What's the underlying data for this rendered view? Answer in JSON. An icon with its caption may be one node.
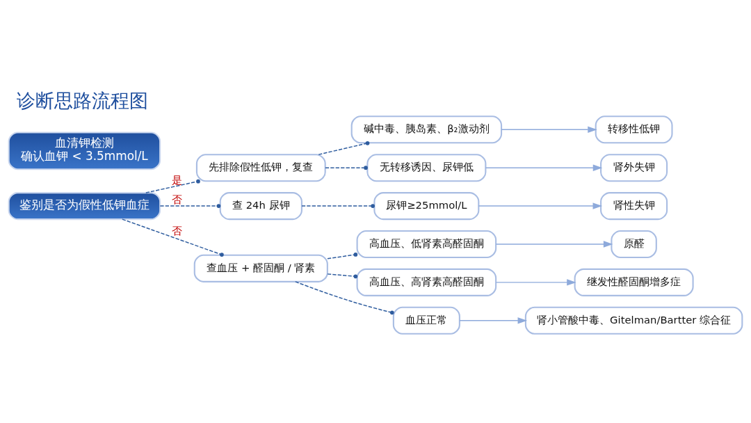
{
  "diagram": {
    "title": "诊断思路流程图",
    "nodes": [
      {
        "text": [
          "血清钾检测",
          "确认血钾 < 3.5mmol/L"
        ]
      },
      {
        "text": [
          "鉴别是否为假性低钾血症"
        ]
      },
      {
        "text": [
          "先排除假性低钾，复查"
        ]
      },
      {
        "text": [
          "碱中毒、胰岛素、β₂激动剂"
        ]
      },
      {
        "text": [
          "转移性低钾"
        ]
      },
      {
        "text": [
          "无转移诱因、尿钾低"
        ]
      },
      {
        "text": [
          "肾外失钾"
        ]
      },
      {
        "text": [
          "查 24h 尿钾"
        ]
      },
      {
        "text": [
          "尿钾≥25mmol/L"
        ]
      },
      {
        "text": [
          "肾性失钾"
        ]
      },
      {
        "text": [
          "查血压 + 醛固酮 / 肾素"
        ]
      },
      {
        "text": [
          "高血压、低肾素高醛固酮"
        ]
      },
      {
        "text": [
          "原醛"
        ]
      },
      {
        "text": [
          "高血压、高肾素高醛固酮"
        ]
      },
      {
        "text": [
          "继发性醛固酮增多症"
        ]
      },
      {
        "text": [
          "血压正常"
        ]
      },
      {
        "text": [
          "肾小管酸中毒、Gitelman/Bartter 综合征"
        ]
      }
    ],
    "edges": [
      {
        "from": 1,
        "to": 2,
        "arrow": "other",
        "style": "dashed",
        "label": "是"
      },
      {
        "from": 2,
        "to": 3,
        "arrow": "other",
        "style": "dashed"
      },
      {
        "from": 2,
        "to": 5,
        "arrow": "other",
        "style": "dashed"
      },
      {
        "from": 3,
        "to": 4,
        "arrow": "to",
        "color": "#8eaadb"
      },
      {
        "from": 5,
        "to": 6,
        "arrow": "to",
        "color": "#8eaadb"
      },
      {
        "from": 1,
        "to": 7,
        "arrow": "other",
        "style": "dashed",
        "label": "否"
      },
      {
        "from": 7,
        "to": 8,
        "arrow": "other",
        "style": "dashed"
      },
      {
        "from": 8,
        "to": 9,
        "arrow": "to",
        "color": "#8eaadb"
      },
      {
        "from": 1,
        "to": 10,
        "arrow": "other",
        "style": "dashed",
        "label": "否"
      },
      {
        "from": 10,
        "to": 11,
        "arrow": "other",
        "style": "dashed"
      },
      {
        "from": 11,
        "to": 12,
        "arrow": "to",
        "color": "#8eaadb"
      },
      {
        "from": 10,
        "to": 13,
        "arrow": "other",
        "style": "dashed"
      },
      {
        "from": 13,
        "to": 14,
        "arrow": "to",
        "color": "#8eaadb"
      },
      {
        "from": 10,
        "to": 15,
        "arrow": "other",
        "style": "dashed"
      },
      {
        "from": 15,
        "to": 16,
        "arrow": "to",
        "color": "#8eaadb"
      }
    ]
  }
}
